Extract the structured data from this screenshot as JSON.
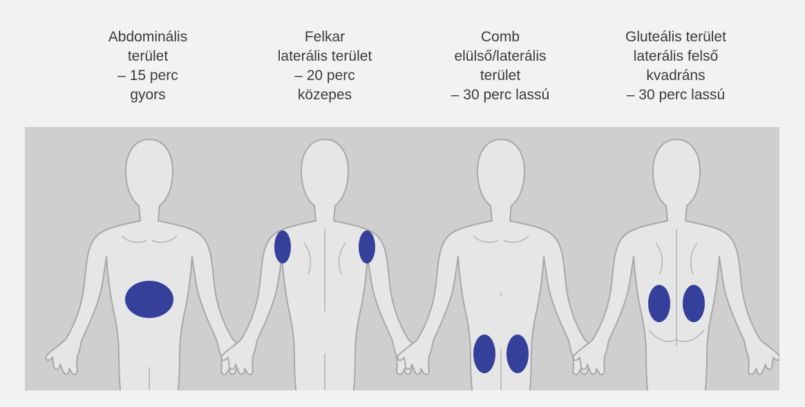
{
  "colors": {
    "background": "#f2f2f2",
    "band": "#cfcfcf",
    "body_fill": "#e6e6e6",
    "body_stroke": "#a8a8a8",
    "injection_site": "#34409a",
    "text": "#3a3a3a"
  },
  "panels": [
    {
      "label_lines": [
        "Abdominális",
        "terület",
        "– 15 perc",
        "gyors"
      ],
      "view": "front",
      "site": "abdomen"
    },
    {
      "label_lines": [
        "Felkar",
        "laterális terület",
        "– 20 perc",
        "közepes"
      ],
      "view": "back",
      "site": "upper-arm"
    },
    {
      "label_lines": [
        "Comb",
        "elülső/laterális",
        "terület",
        "– 30 perc lassú"
      ],
      "view": "front",
      "site": "thigh"
    },
    {
      "label_lines": [
        "Gluteális terület",
        "laterális felső",
        "kvadráns",
        "– 30 perc lassú"
      ],
      "view": "back",
      "site": "buttock"
    }
  ]
}
